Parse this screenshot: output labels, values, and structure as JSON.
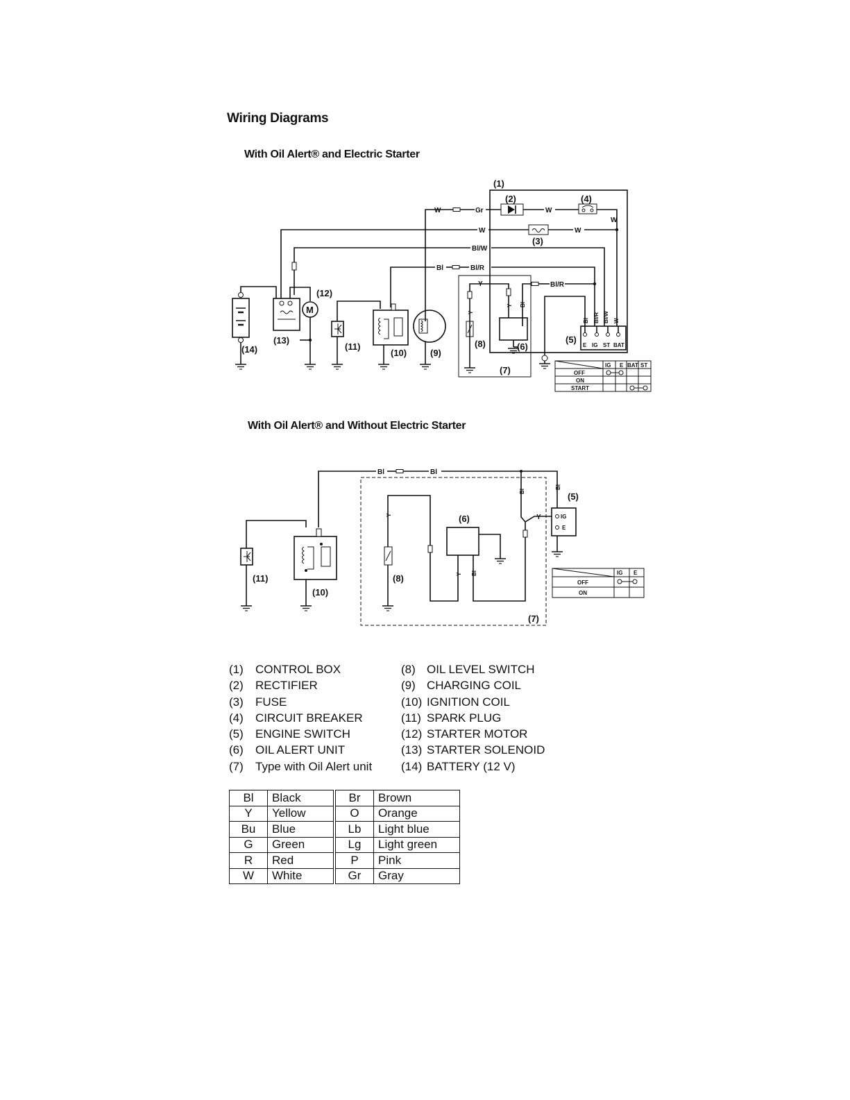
{
  "page": {
    "title": "Wiring Diagrams",
    "subtitle_1": "With Oil Alert® and Electric Starter",
    "subtitle_2": "With Oil Alert® and Without Electric Starter"
  },
  "diagram_1": {
    "callouts": [
      "(1)",
      "(2)",
      "(3)",
      "(4)",
      "(5)",
      "(6)",
      "(7)",
      "(8)",
      "(9)",
      "(10)",
      "(11)",
      "(12)",
      "(13)",
      "(14)"
    ],
    "wire_labels": {
      "w": "W",
      "gr": "Gr",
      "bl": "Bl",
      "bl_w": "Bl/W",
      "bl_r": "Bl/R",
      "y": "Y"
    },
    "motor_symbol": "M",
    "switch_terminals": [
      "E",
      "IG",
      "ST",
      "BAT"
    ],
    "switch_table": {
      "columns": [
        "IG",
        "E",
        "BAT",
        "ST"
      ],
      "rows": [
        "OFF",
        "ON",
        "START"
      ]
    }
  },
  "diagram_2": {
    "callouts": [
      "(5)",
      "(6)",
      "(7)",
      "(8)",
      "(10)",
      "(11)"
    ],
    "wire_labels": {
      "bl": "Bl",
      "y": "Y"
    },
    "switch_terminals": [
      "IG",
      "E"
    ],
    "switch_table": {
      "columns": [
        "IG",
        "E"
      ],
      "rows": [
        "OFF",
        "ON"
      ]
    }
  },
  "legend": {
    "left": [
      {
        "num": "(1)",
        "label": "CONTROL BOX"
      },
      {
        "num": "(2)",
        "label": "RECTIFIER"
      },
      {
        "num": "(3)",
        "label": "FUSE"
      },
      {
        "num": "(4)",
        "label": "CIRCUIT BREAKER"
      },
      {
        "num": "(5)",
        "label": "ENGINE SWITCH"
      },
      {
        "num": "(6)",
        "label": "OIL ALERT UNIT"
      },
      {
        "num": "(7)",
        "label": "Type with Oil Alert unit"
      }
    ],
    "right": [
      {
        "num": "(8)",
        "label": "OIL LEVEL SWITCH"
      },
      {
        "num": "(9)",
        "label": "CHARGING COIL"
      },
      {
        "num": "(10)",
        "label": "IGNITION COIL"
      },
      {
        "num": "(11)",
        "label": "SPARK PLUG"
      },
      {
        "num": "(12)",
        "label": "STARTER MOTOR"
      },
      {
        "num": "(13)",
        "label": "STARTER SOLENOID"
      },
      {
        "num": "(14)",
        "label": "BATTERY (12 V)"
      }
    ]
  },
  "color_codes": [
    {
      "code1": "Bl",
      "name1": "Black",
      "code2": "Br",
      "name2": "Brown"
    },
    {
      "code1": "Y",
      "name1": "Yellow",
      "code2": "O",
      "name2": "Orange"
    },
    {
      "code1": "Bu",
      "name1": "Blue",
      "code2": "Lb",
      "name2": "Light blue"
    },
    {
      "code1": "G",
      "name1": "Green",
      "code2": "Lg",
      "name2": "Light green"
    },
    {
      "code1": "R",
      "name1": "Red",
      "code2": "P",
      "name2": "Pink"
    },
    {
      "code1": "W",
      "name1": "White",
      "code2": "Gr",
      "name2": "Gray"
    }
  ]
}
